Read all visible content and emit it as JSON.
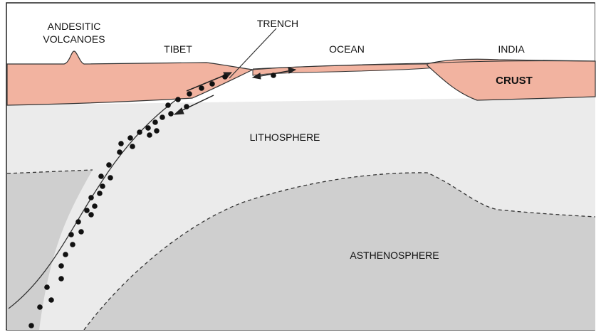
{
  "labels": {
    "volcanoes_line1": "ANDESITIC",
    "volcanoes_line2": "VOLCANOES",
    "tibet": "TIBET",
    "trench": "TRENCH",
    "ocean": "OCEAN",
    "india": "INDIA",
    "crust": "CRUST",
    "lithosphere": "LITHOSPHERE",
    "asthenosphere": "ASTHENOSPHERE"
  },
  "colors": {
    "crust": "#f2b3a0",
    "lithosphere": "#ebebeb",
    "asthenosphere": "#cfcfcf",
    "ocean_surface": "#ffffff",
    "outline": "#333333",
    "earthquake": "#111111"
  },
  "icons": {
    "earthquake_dots": "filled-circle",
    "plate_motion": "arrow"
  }
}
